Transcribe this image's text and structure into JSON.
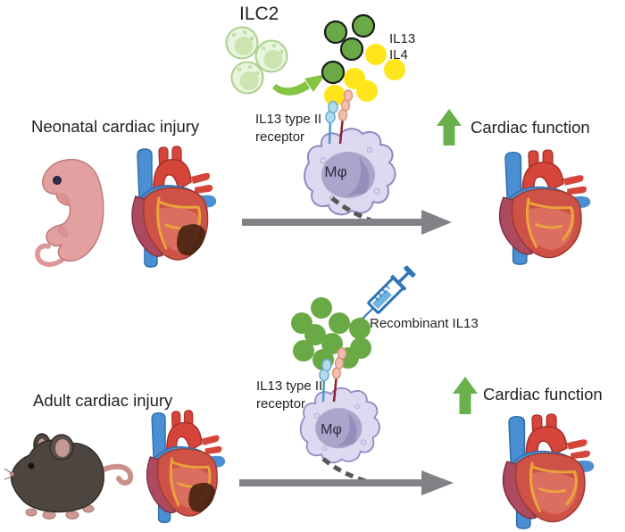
{
  "figure": {
    "top": {
      "title": "Neonatal cardiac injury",
      "ilc2": "ILC2",
      "il13": "IL13",
      "il4": "IL4",
      "receptor_line1": "IL13 type II",
      "receptor_line2": "receptor",
      "macrophage": "Mφ",
      "outcome": "Cardiac function"
    },
    "bottom": {
      "title": "Adult cardiac injury",
      "treatment": "Recombinant IL13",
      "receptor_line1": "IL13 type II",
      "receptor_line2": "receptor",
      "macrophage": "Mφ",
      "outcome": "Cardiac function"
    },
    "colors": {
      "il13_green": "#6aaa46",
      "il4_yellow": "#ffe51c",
      "ilc2_cell_green": "#e9f4de",
      "up_arrow_green": "#6ab04c",
      "flow_arrow_gray": "#808285",
      "macrophage_lavender": "#dcd9f0",
      "heart_red": "#ce5246",
      "injury_dark": "#41200f",
      "syringe_blue": "#2e75b6"
    }
  }
}
